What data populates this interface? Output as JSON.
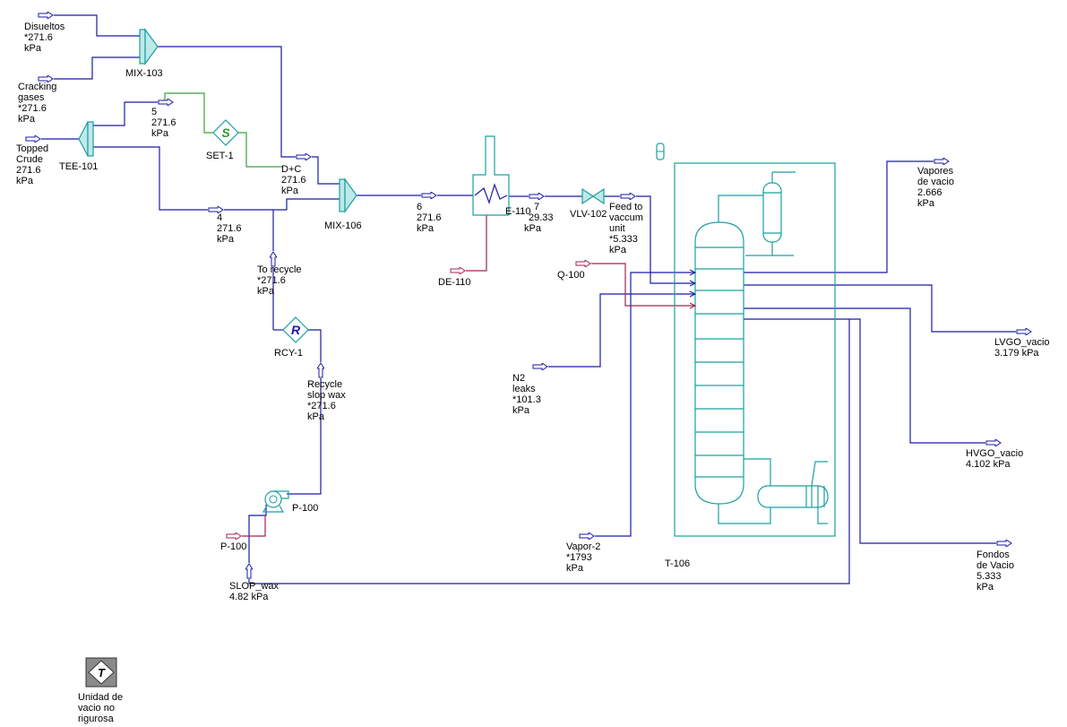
{
  "streams": {
    "disueltos": {
      "name": "Disueltos",
      "p": "*271.6",
      "u": "kPa"
    },
    "cracking": {
      "name1": "Cracking",
      "name2": "gases",
      "p": "*271.6",
      "u": "kPa"
    },
    "topped": {
      "name1": "Topped",
      "name2": "Crude",
      "p": "271.6",
      "u": "kPa"
    },
    "s5": {
      "name": "5",
      "p": "271.6",
      "u": "kPa"
    },
    "dc": {
      "name": "D+C",
      "p": "271.6",
      "u": "kPa"
    },
    "s4": {
      "name": "4",
      "p": "271.6",
      "u": "kPa"
    },
    "s6": {
      "name": "6",
      "p": "271.6",
      "u": "kPa"
    },
    "s7": {
      "name": "7",
      "p": "29.33",
      "u": "kPa"
    },
    "feed": {
      "name1": "Feed to",
      "name2": "vaccum",
      "name3": "unit",
      "p": "*5.333",
      "u": "kPa"
    },
    "torecycle": {
      "name": "To recycle",
      "p": "*271.6",
      "u": "kPa"
    },
    "recycle": {
      "name1": "Recycle",
      "name2": "slop wax",
      "p": "*271.6",
      "u": "kPa"
    },
    "slop": {
      "name": "SLOP_wax",
      "p": "4.82 kPa"
    },
    "n2": {
      "name1": "N2",
      "name2": "leaks",
      "p": "*101.3",
      "u": "kPa"
    },
    "vapor2": {
      "name": "Vapor-2",
      "p": "*1793",
      "u": "kPa"
    },
    "vapores": {
      "name1": "Vapores",
      "name2": "de vacio",
      "p": "2.666",
      "u": "kPa"
    },
    "lvgo": {
      "name": "LVGO_vacio",
      "p": "3.179 kPa"
    },
    "hvgo": {
      "name": "HVGO_vacio",
      "p": "4.102 kPa"
    },
    "fondos": {
      "name1": "Fondos",
      "name2": "de Vacio",
      "p": "5.333",
      "u": "kPa"
    }
  },
  "units": {
    "mix103": "MIX-103",
    "tee101": "TEE-101",
    "set1": "SET-1",
    "set1_symbol": "S",
    "mix106": "MIX-106",
    "e110": "E-110",
    "vlv102": "VLV-102",
    "rcy1": "RCY-1",
    "rcy1_symbol": "R",
    "p100_pump": "P-100",
    "p100_energy": "P-100",
    "de110": "DE-110",
    "q100": "Q-100",
    "t106": "T-106"
  },
  "note": {
    "symbol": "T",
    "line1": "Unidad de",
    "line2": "vacio no",
    "line3": "rigurosa"
  },
  "colors": {
    "material": "#1a1aa6",
    "energy": "#a0244c",
    "logical": "#3aa03a",
    "equipment": "#1aa0a0"
  }
}
